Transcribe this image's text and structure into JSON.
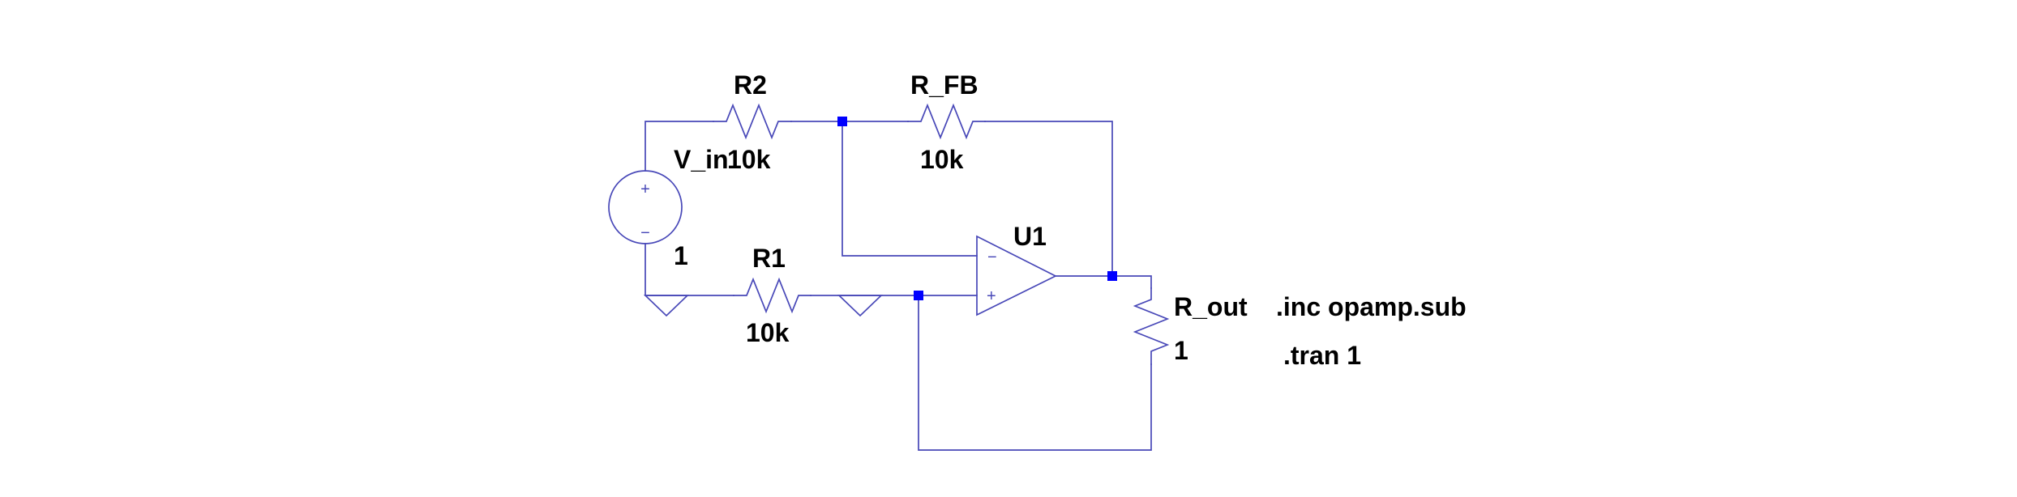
{
  "components": {
    "r2": {
      "name": "R2",
      "value": "10k"
    },
    "r_fb": {
      "name": "R_FB",
      "value": "10k"
    },
    "r1": {
      "name": "R1",
      "value": "10k"
    },
    "r_out": {
      "name": "R_out",
      "value": "1"
    },
    "v_in": {
      "name": "V_in",
      "value": "1"
    },
    "u1": {
      "name": "U1"
    }
  },
  "source_symbol": {
    "plus": "+",
    "minus": "−"
  },
  "opamp_pins": {
    "inverting": "−",
    "non_inverting": "+"
  },
  "directives": {
    "include": ".inc opamp.sub",
    "analysis": ".tran 1"
  },
  "colors": {
    "wire": "#4848b8",
    "junction": "#0000ff",
    "text": "#000000",
    "background": "#ffffff"
  }
}
